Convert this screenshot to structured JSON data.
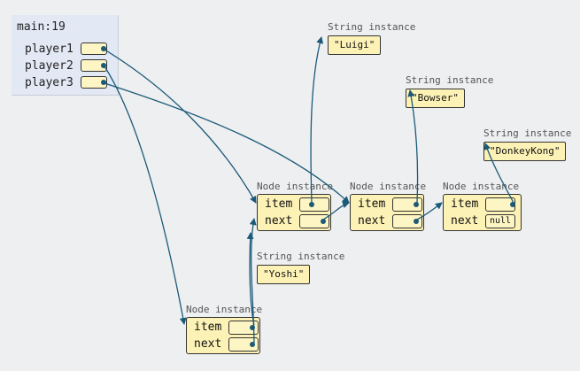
{
  "frame": {
    "title": "main:19",
    "vars": [
      {
        "name": "player1"
      },
      {
        "name": "player2"
      },
      {
        "name": "player3"
      }
    ]
  },
  "labels": {
    "node_instance": "Node instance",
    "string_instance": "String instance",
    "item": "item",
    "next": "next",
    "null": "null"
  },
  "strings": {
    "luigi": "\"Luigi\"",
    "bowser": "\"Bowser\"",
    "donkeykong": "\"DonkeyKong\"",
    "yoshi": "\"Yoshi\""
  },
  "colors": {
    "arrow": "#1b5a78",
    "object_fill": "#fdf2b6",
    "frame_fill": "#e2e8f4",
    "background": "#eeeff1"
  }
}
